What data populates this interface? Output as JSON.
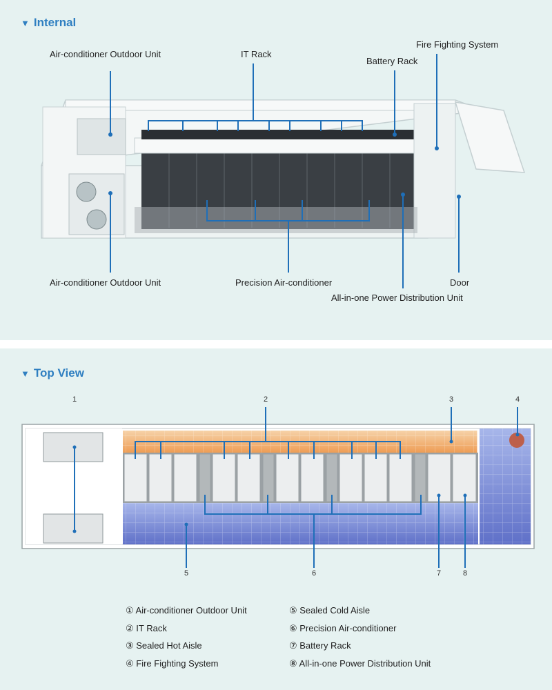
{
  "internal": {
    "title": "Internal",
    "labels": {
      "ac_outdoor_top": "Air-conditioner Outdoor Unit",
      "it_rack": "IT Rack",
      "battery_rack": "Battery Rack",
      "fire_fighting": "Fire Fighting System",
      "ac_outdoor_bottom": "Air-conditioner Outdoor Unit",
      "precision_ac": "Precision Air-conditioner",
      "door": "Door",
      "pdu": "All-in-one Power Distribution Unit"
    }
  },
  "top_view": {
    "title": "Top View",
    "numbers": [
      "1",
      "2",
      "3",
      "4",
      "5",
      "6",
      "7",
      "8"
    ],
    "legend": [
      {
        "label": "① Air-conditioner Outdoor Unit"
      },
      {
        "label": "② IT Rack"
      },
      {
        "label": "③ Sealed Hot Aisle"
      },
      {
        "label": "④ Fire Fighting System"
      },
      {
        "label": "⑤ Sealed Cold Aisle"
      },
      {
        "label": "⑥ Precision Air-conditioner"
      },
      {
        "label": "⑦ Battery Rack"
      },
      {
        "label": "⑧ All-in-one Power Distribution Unit"
      }
    ]
  },
  "colors": {
    "accent": "#2f7fc1",
    "panel_bg": "#e6f2f1",
    "leader_line": "#1f6fb8",
    "hot_aisle": "#f0b27a",
    "cold_aisle": "#7f8fd6",
    "fire_marker": "#c0573a"
  }
}
